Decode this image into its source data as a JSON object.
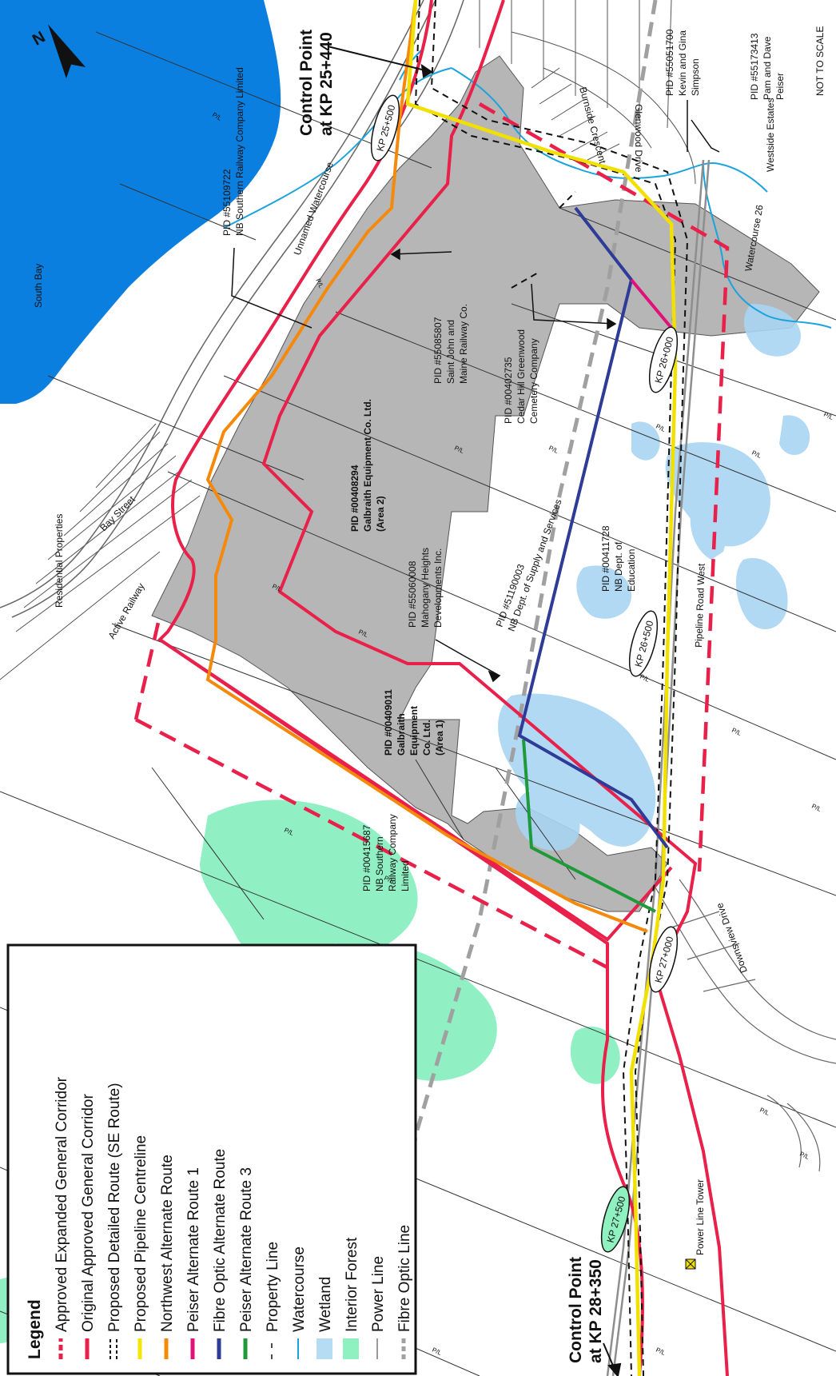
{
  "map": {
    "north_arrow_label": "N",
    "not_to_scale": "NOT TO SCALE",
    "places": {
      "south_bay": "South Bay",
      "residential": "Residential Properties",
      "active_railway": "Active Railway",
      "bay_street": "Bay Street",
      "unnamed_watercourse": "Unnamed Watercourse",
      "watercourse_26": "Watercourse 26",
      "glenwood_drive": "Glenwood Drive",
      "burnside_crescent": "Burnside Crescent",
      "westside_estates": "Westside Estates",
      "pipeline_road_west": "Pipeline Road West",
      "downsview_drive": "Downsview Drive",
      "power_line_tower": "Power Line Tower"
    },
    "control_points": [
      {
        "line1": "Control Point",
        "line2": "at KP 25+440"
      },
      {
        "line1": "Control Point",
        "line2": "at KP 28+350"
      }
    ],
    "kp_markers": [
      "KP 25+500",
      "KP 26+000",
      "KP 26+500",
      "KP 27+000",
      "KP 27+500"
    ],
    "pid_labels": {
      "p55051700": [
        "PID #55051700",
        "Kevin and Gina",
        "Simpson"
      ],
      "p55173413": [
        "PID #55173413",
        "Pam and Dave",
        "Peiser"
      ],
      "p55109722": [
        "PID #55109722",
        "NB Southern Railway Company Limited"
      ],
      "p55085807": [
        "PID #55085807",
        "Saint John and",
        "Maine Railway Co."
      ],
      "p00402735": [
        "PID #00402735",
        "Cedar Hill Greenwood",
        "Cemetery Company"
      ],
      "p00408294": [
        "PID #00408294",
        "Galbraith Equipment Co. Ltd.",
        "(Area 2)"
      ],
      "p55060008": [
        "PID #55060008",
        "Mahogany Heights",
        "Developments Inc."
      ],
      "p51190003": [
        "PID #51190003",
        "NB Dept. of Supply and Services"
      ],
      "p00411728": [
        "PID #00411728",
        "NB Dept. of",
        "Education"
      ],
      "p00409011": [
        "PID #00409011",
        "Galbraith",
        "Equipment",
        "Co. Ltd.",
        "(Area 1)"
      ],
      "p00415687": [
        "PID #00415687",
        "NB Southern",
        "Railway Company",
        "Limited"
      ]
    },
    "property_line_tag": "P/L"
  },
  "legend": {
    "title": "Legend",
    "items": [
      {
        "label": "Approved Expanded General Corridor",
        "color": "#e8204a",
        "style": "dash"
      },
      {
        "label": "Original Approved General Corridor",
        "color": "#e8204a",
        "style": "solid"
      },
      {
        "label": "Proposed Detailed Route (SE Route)",
        "color": "#111111",
        "style": "double-dash"
      },
      {
        "label": "Proposed Pipeline Centreline",
        "color": "#f5e600",
        "style": "solid"
      },
      {
        "label": "Northwest Alternate Route",
        "color": "#f5890c",
        "style": "solid"
      },
      {
        "label": "Peiser Alternate Route 1",
        "color": "#e0127a",
        "style": "solid"
      },
      {
        "label": "Fibre Optic Alternate Route",
        "color": "#2e3b97",
        "style": "solid"
      },
      {
        "label": "Peiser Alternate Route 3",
        "color": "#1f9a3a",
        "style": "solid"
      },
      {
        "label": "Property Line",
        "color": "#111111",
        "style": "pl"
      },
      {
        "label": "Watercourse",
        "color": "#1aa3dc",
        "style": "thin"
      },
      {
        "label": "Wetland",
        "color": "#b6dcf4",
        "style": "swatch"
      },
      {
        "label": "Interior Forest",
        "color": "#8ff0c0",
        "style": "swatch"
      },
      {
        "label": "Power Line",
        "color": "#9a9a9a",
        "style": "thin"
      },
      {
        "label": "Fibre Optic Line",
        "color": "#a0a0a0",
        "style": "dash-gray"
      }
    ]
  }
}
